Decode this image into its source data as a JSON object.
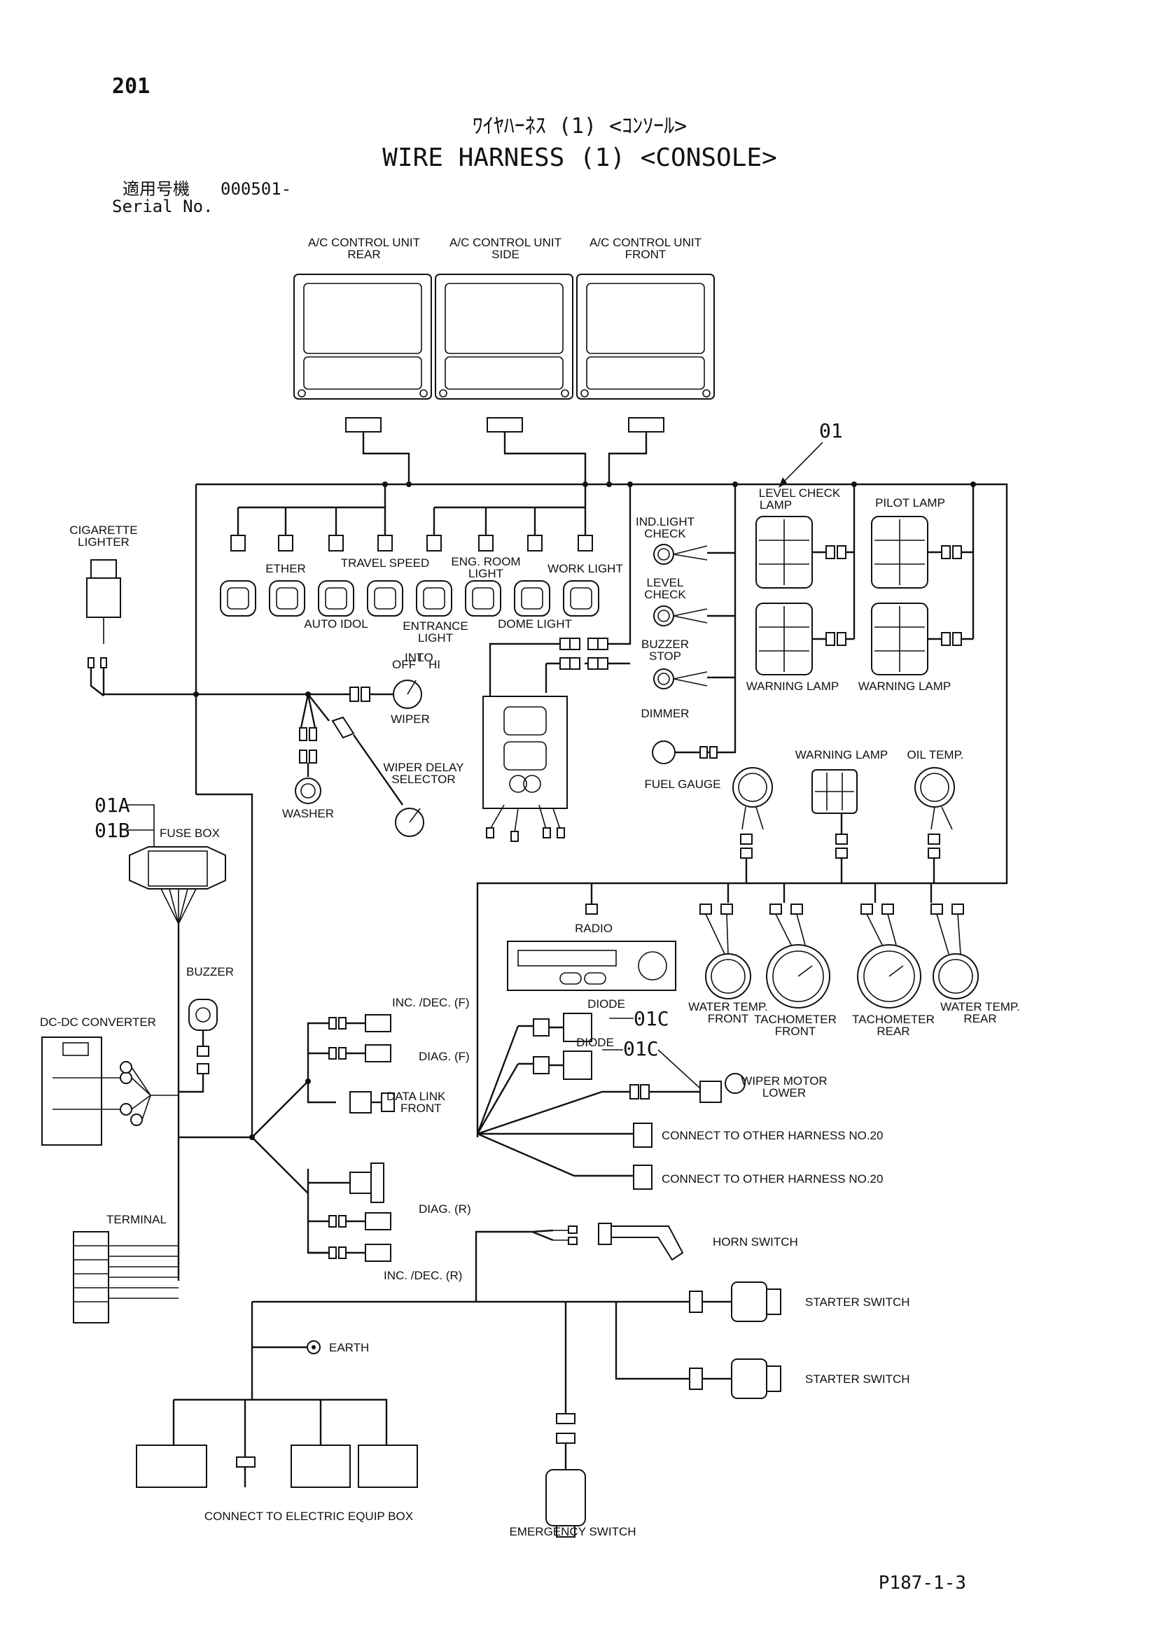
{
  "header": {
    "page_number": "201",
    "title_jp": "ﾜｲﾔﾊｰﾈｽ (1) <ｺﾝｿｰﾙ>",
    "title_en": "WIRE HARNESS (1) <CONSOLE>",
    "serial_label_jp": "適用号機",
    "serial_value": "000501-",
    "serial_label_en": "Serial No."
  },
  "callouts": {
    "main": "01",
    "fuse_a": "01A",
    "fuse_b": "01B",
    "diode_c1": "01C",
    "diode_c2": "01C"
  },
  "ac_units": [
    "A/C CONTROL UNIT\nREAR",
    "A/C CONTROL UNIT\nSIDE",
    "A/C CONTROL UNIT\nFRONT"
  ],
  "ac_unit_lines": {
    "rear": [
      "A/C CONTROL UNIT",
      "REAR"
    ],
    "side": [
      "A/C CONTROL UNIT",
      "SIDE"
    ],
    "front": [
      "A/C CONTROL UNIT",
      "FRONT"
    ]
  },
  "switch_labels": {
    "ether": "ETHER",
    "travel_speed": "TRAVEL SPEED",
    "eng_room_light_1": "ENG. ROOM",
    "eng_room_light_2": "LIGHT",
    "work_light": "WORK LIGHT",
    "auto_idol": "AUTO IDOL",
    "entrance_light_1": "ENTRANCE",
    "entrance_light_2": "LIGHT",
    "dome_light": "DOME LIGHT"
  },
  "components": {
    "cigarette_lighter_1": "CIGARETTE",
    "cigarette_lighter_2": "LIGHTER",
    "wiper": "WIPER",
    "washer": "WASHER",
    "wiper_delay_1": "WIPER DELAY",
    "wiper_delay_2": "SELECTOR",
    "fuse_box": "FUSE BOX",
    "buzzer": "BUZZER",
    "dc_dc_converter": "DC-DC CONVERTER",
    "terminal": "TERMINAL",
    "earth": "EARTH",
    "connect_electric": "CONNECT TO ELECTRIC EQUIP BOX",
    "emergency_switch": "EMERGENCY SWITCH",
    "ind_light_1": "IND.LIGHT",
    "ind_light_2": "CHECK",
    "level_check_1": "LEVEL",
    "level_check_2": "CHECK",
    "buzzer_stop_1": "BUZZER",
    "buzzer_stop_2": "STOP",
    "dimmer": "DIMMER",
    "fuel_gauge": "FUEL GAUGE",
    "level_check_lamp_1": "LEVEL CHECK",
    "level_check_lamp_2": "LAMP",
    "pilot_lamp": "PILOT LAMP",
    "warning_lamp_1": "WARNING LAMP",
    "warning_lamp_2": "WARNING LAMP",
    "warning_lamp_3": "WARNING LAMP",
    "oil_temp": "OIL TEMP.",
    "radio": "RADIO",
    "diode_1": "DIODE",
    "diode_2": "DIODE",
    "water_temp_front_1": "WATER TEMP.",
    "water_temp_front_2": "FRONT",
    "tacho_front_1": "TACHOMETER",
    "tacho_front_2": "FRONT",
    "tacho_rear_1": "TACHOMETER",
    "tacho_rear_2": "REAR",
    "water_temp_rear_1": "WATER TEMP.",
    "water_temp_rear_2": "REAR",
    "wiper_motor_1": "WIPER MOTOR",
    "wiper_motor_2": "LOWER",
    "connect_other_1": "CONNECT TO OTHER HARNESS NO.20",
    "connect_other_2": "CONNECT TO OTHER HARNESS NO.20",
    "inc_dec_f": "INC. /DEC. (F)",
    "diag_f": "DIAG. (F)",
    "data_link_1": "DATA LINK",
    "data_link_2": "FRONT",
    "diag_r": "DIAG. (R)",
    "inc_dec_r": "INC. /DEC. (R)",
    "horn_switch": "HORN SWITCH",
    "starter_switch_1": "STARTER SWITCH",
    "starter_switch_2": "STARTER SWITCH"
  },
  "footer": {
    "page_code": "P187-1-3"
  }
}
